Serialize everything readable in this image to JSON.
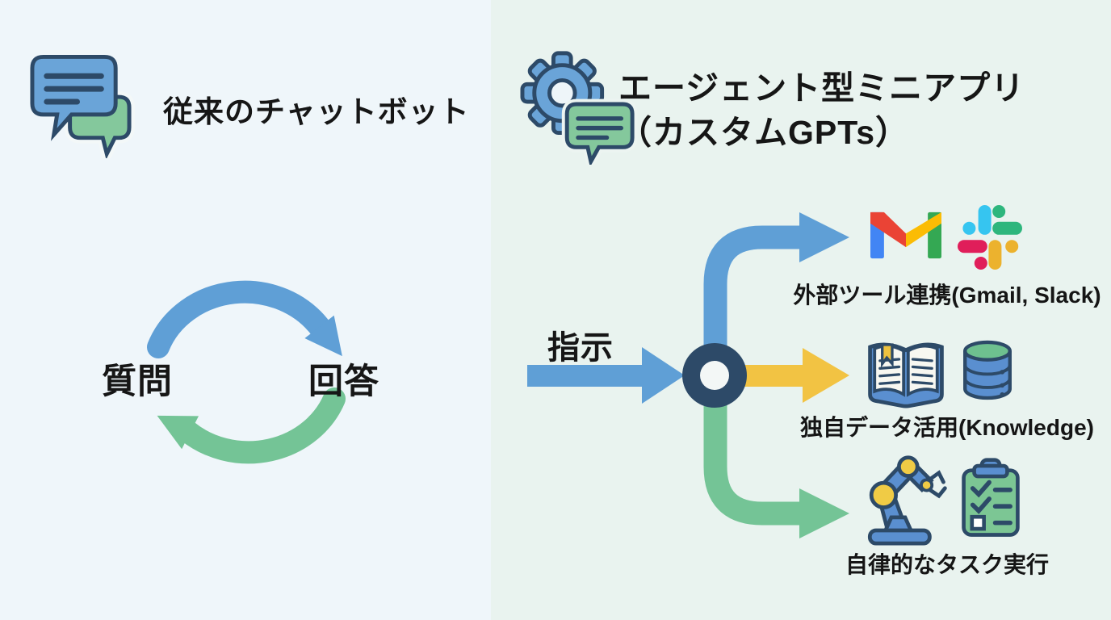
{
  "left_panel": {
    "title": "従来のチャットボット",
    "icon": "chat-bubbles-icon",
    "cycle": {
      "question_label": "質問",
      "answer_label": "回答",
      "forward_arrow_color": "#5f9fd6",
      "back_arrow_color": "#74c496"
    }
  },
  "right_panel": {
    "title_line1": "エージェント型ミニアプリ",
    "title_line2": "（カスタムGPTs）",
    "icon": "gear-chat-icon",
    "input_label": "指示",
    "hub_color": "#2d4a68",
    "branches": [
      {
        "id": "external-tools",
        "label": "外部ツール連携(Gmail, Slack)",
        "icons": [
          "gmail-icon",
          "slack-icon"
        ],
        "arrow_color": "#5f9fd6"
      },
      {
        "id": "knowledge",
        "label": "独自データ活用(Knowledge)",
        "icons": [
          "book-icon",
          "database-icon"
        ],
        "arrow_color": "#f2c343"
      },
      {
        "id": "autonomous-tasks",
        "label": "自律的なタスク実行",
        "icons": [
          "robot-arm-icon",
          "checklist-icon"
        ],
        "arrow_color": "#74c496"
      }
    ]
  },
  "colors": {
    "background_left": "#eff6fa",
    "background_right": "#e9f3ef",
    "blue": "#5f9fd6",
    "green": "#74c496",
    "yellow": "#f2c343",
    "navy": "#2d4a68",
    "text": "#161616",
    "gmail": [
      "#4285f4",
      "#34a853",
      "#fbbc04",
      "#ea4335"
    ],
    "slack": [
      "#36c5f0",
      "#2eb67d",
      "#e01e5a",
      "#ecb22e"
    ]
  }
}
